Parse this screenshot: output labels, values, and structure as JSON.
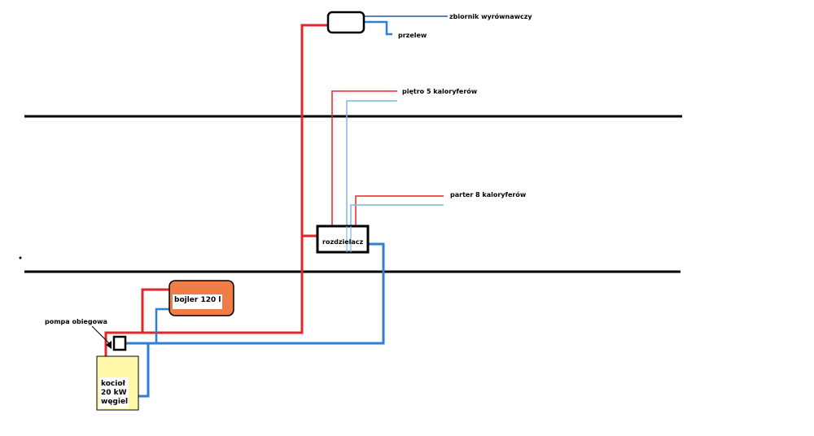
{
  "labels": {
    "expansion_tank": "zbiornik wyrównawczy",
    "overflow": "przelew",
    "floor": "piętro 5 kaloryferów",
    "ground_floor": "parter 8 kaloryferów",
    "manifold": "rozdzielacz",
    "boiler_tank": "bojler 120 l",
    "pump": "pompa obiegowa",
    "furnace": [
      "kocioł",
      "20 kW",
      "węgiel"
    ]
  },
  "colors": {
    "supply": "#e3262b",
    "return": "#2f7fd4",
    "thin_return": "#7fb6e6",
    "boiler_fill": "#f07d46",
    "furnace_fill": "#fff8a8",
    "line": "#000000"
  }
}
